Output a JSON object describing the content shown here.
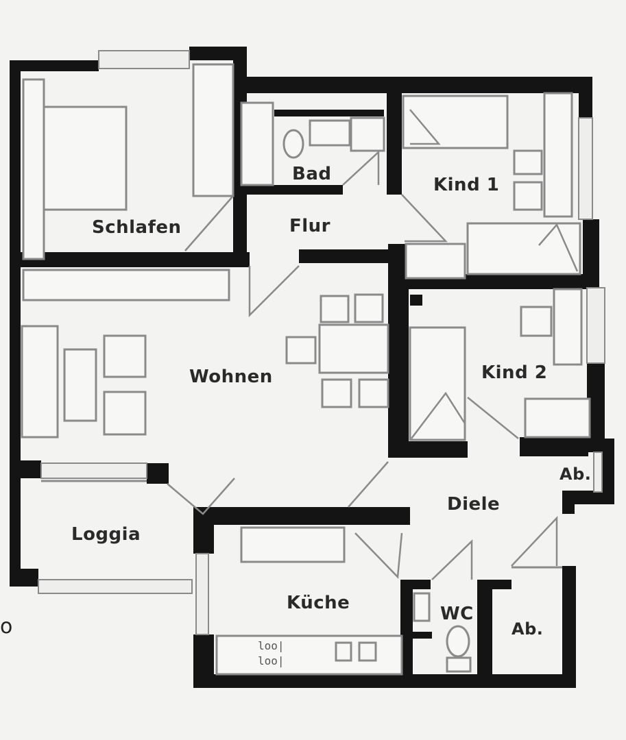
{
  "floor_plan": {
    "rooms": {
      "schlafen": "Schlafen",
      "bad": "Bad",
      "flur": "Flur",
      "kind1": "Kind 1",
      "wohnen": "Wohnen",
      "kind2": "Kind 2",
      "ab1": "Ab.",
      "diele": "Diele",
      "loggia": "Loggia",
      "kueche": "Küche",
      "wc": "WC",
      "ab2": "Ab."
    },
    "stove_glyphs": [
      "loo|",
      "loo|"
    ],
    "edge_mark": "o"
  },
  "colors": {
    "paper": "#f3f3f1",
    "wall": "#141414",
    "line": "#8a8a8a",
    "text": "#2a2a2a"
  }
}
